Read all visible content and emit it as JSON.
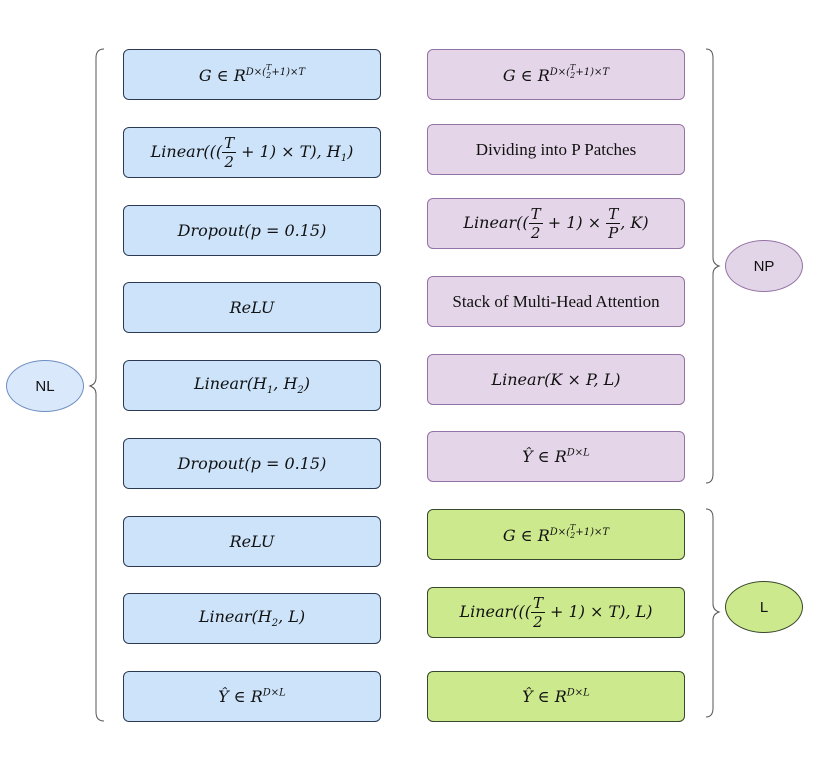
{
  "left_column": [
    {
      "text": "G ∈ R^{D×(T/2+1)×T}"
    },
    {
      "text": "Linear(((T/2 + 1) × T), H₁)"
    },
    {
      "text": "Dropout(p = 0.15)"
    },
    {
      "text": "ReLU"
    },
    {
      "text": "Linear(H₁, H₂)"
    },
    {
      "text": "Dropout(p = 0.15)"
    },
    {
      "text": "ReLU"
    },
    {
      "text": "Linear(H₂, L)"
    },
    {
      "text": "Ŷ ∈ R^{D×L}"
    }
  ],
  "right_np_column": [
    {
      "text": "G ∈ R^{D×(T/2+1)×T}"
    },
    {
      "text": "Dividing into P Patches"
    },
    {
      "text": "Linear((T/2 + 1) × T/P, K)"
    },
    {
      "text": "Stack of Multi-Head Attention"
    },
    {
      "text": "Linear(K × P, L)"
    },
    {
      "text": "Ŷ ∈ R^{D×L}"
    }
  ],
  "right_l_column": [
    {
      "text": "G ∈ R^{D×(T/2+1)×T}"
    },
    {
      "text": "Linear(((T/2 + 1) × T), L)"
    },
    {
      "text": "Ŷ ∈ R^{D×L}"
    }
  ],
  "groups": {
    "nl": {
      "label": "NL",
      "color": "#dae8fc"
    },
    "np": {
      "label": "NP",
      "color": "#e1d5e7"
    },
    "l": {
      "label": "L",
      "color": "#cde98d"
    }
  },
  "colors": {
    "blue_box": "#cce3fa",
    "purple_box": "#e4d6e8",
    "green_box": "#cde98d"
  }
}
